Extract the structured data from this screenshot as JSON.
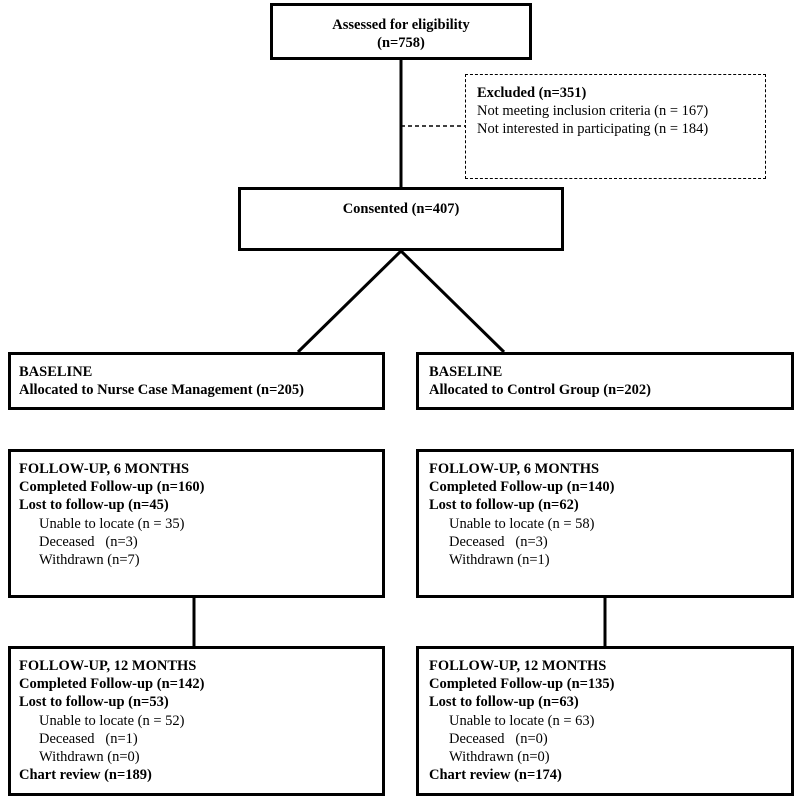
{
  "assessed": {
    "title": "Assessed for eligibility",
    "count": "(n=758)"
  },
  "excluded": {
    "title": "Excluded (n=351)",
    "items": [
      "Not meeting inclusion criteria (n = 167)",
      "Not interested in participating (n = 184)"
    ]
  },
  "consented": {
    "title": "Consented (n=407)"
  },
  "arms": [
    {
      "baseline_label": "BASELINE",
      "allocation": "Allocated to Nurse Case Management (n=205)",
      "fu6": {
        "heading": "FOLLOW-UP, 6 MONTHS",
        "completed": "Completed Follow-up (n=160)",
        "lost": "Lost to follow-up (n=45)",
        "unable": "Unable to locate (n = 35)",
        "deceased": "Deceased   (n=3)",
        "withdrawn": "Withdrawn (n=7)"
      },
      "fu12": {
        "heading": "FOLLOW-UP, 12 MONTHS",
        "completed": "Completed Follow-up (n=142)",
        "lost": "Lost to follow-up (n=53)",
        "unable": "Unable to locate (n = 52)",
        "deceased": "Deceased   (n=1)",
        "withdrawn": "Withdrawn (n=0)",
        "chart": "Chart review (n=189)"
      }
    },
    {
      "baseline_label": "BASELINE",
      "allocation": "Allocated to Control Group (n=202)",
      "fu6": {
        "heading": "FOLLOW-UP, 6 MONTHS",
        "completed": "Completed Follow-up (n=140)",
        "lost": "Lost to follow-up (n=62)",
        "unable": "Unable to locate (n = 58)",
        "deceased": "Deceased   (n=3)",
        "withdrawn": "Withdrawn (n=1)"
      },
      "fu12": {
        "heading": "FOLLOW-UP, 12 MONTHS",
        "completed": "Completed Follow-up (n=135)",
        "lost": "Lost to follow-up (n=63)",
        "unable": "Unable to locate (n = 63)",
        "deceased": "Deceased   (n=0)",
        "withdrawn": "Withdrawn (n=0)",
        "chart": "Chart review (n=174)"
      }
    }
  ]
}
